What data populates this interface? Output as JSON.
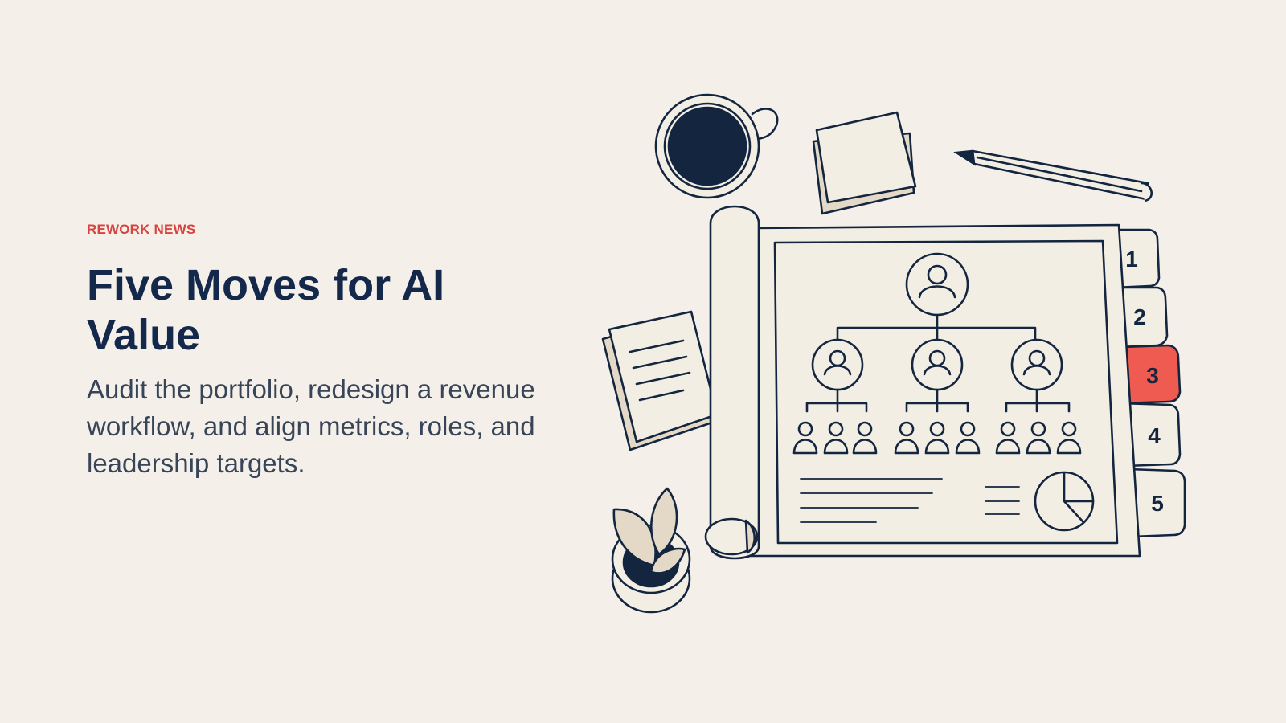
{
  "article": {
    "kicker": "REWORK NEWS",
    "title": "Five Moves for AI Value",
    "deck": "Audit the portfolio, redesign a revenue workflow, and align metrics, roles, and leadership targets."
  },
  "illustration": {
    "tabs": [
      "1",
      "2",
      "3",
      "4",
      "5"
    ],
    "active_tab": "3",
    "colors": {
      "accent": "#ef5b50",
      "ink": "#13253f",
      "paper": "#f3eee4",
      "background": "#f4f0e9"
    },
    "icons": [
      "coffee-mug-icon",
      "sticky-notes-icon",
      "pencil-icon",
      "notepad-icon",
      "plant-pot-icon",
      "org-chart-icon",
      "pie-chart-icon"
    ]
  }
}
